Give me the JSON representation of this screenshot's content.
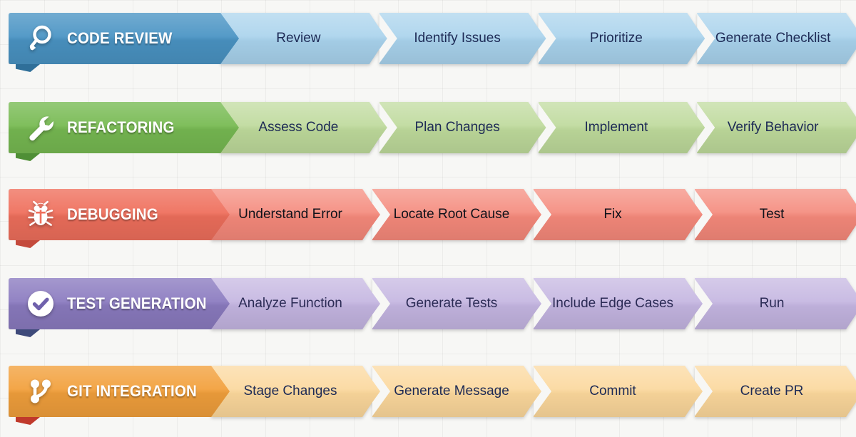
{
  "background": {
    "color": "#f7f7f5",
    "grid": true
  },
  "diagram": {
    "type": "chevron-process-rows",
    "rows": [
      {
        "id": "code-review",
        "title": "CODE REVIEW",
        "icon": "magnifier-icon",
        "tab_color": "#4a94c4",
        "step_color": "#a8d2ec",
        "fold_color": "#2f6f99",
        "text_color": "#1d2a55",
        "tab_width": 323,
        "steps": [
          "Review",
          "Identify Issues",
          "Prioritize",
          "Generate Checklist"
        ]
      },
      {
        "id": "refactoring",
        "title": "REFACTORING",
        "icon": "wrench-icon",
        "tab_color": "#77ba52",
        "step_color": "#bdd99a",
        "fold_color": "#4f8f36",
        "text_color": "#1d2a55",
        "tab_width": 323,
        "steps": [
          "Assess Code",
          "Plan Changes",
          "Implement",
          "Verify Behavior"
        ]
      },
      {
        "id": "debugging",
        "title": "DEBUGGING",
        "icon": "bug-icon",
        "tab_color": "#ef6f5c",
        "step_color": "#f4887a",
        "fold_color": "#c44a3c",
        "text_color": "#10121a",
        "tab_width": 310,
        "steps": [
          "Understand Error",
          "Locate Root Cause",
          "Fix",
          "Test"
        ]
      },
      {
        "id": "test-generation",
        "title": "TEST GENERATION",
        "icon": "check-circle-icon",
        "tab_color": "#8b7bc0",
        "step_color": "#c3b4e0",
        "fold_color": "#3e4a7a",
        "text_color": "#2b2b55",
        "tab_width": 310,
        "steps": [
          "Analyze Function",
          "Generate Tests",
          "Include Edge Cases",
          "Run"
        ]
      },
      {
        "id": "git-integration",
        "title": "GIT INTEGRATION",
        "icon": "git-branch-icon",
        "tab_color": "#f2a03c",
        "step_color": "#fbd79b",
        "fold_color": "#c0392b",
        "text_color": "#1d2a55",
        "tab_width": 310,
        "steps": [
          "Stage Changes",
          "Generate Message",
          "Commit",
          "Create PR"
        ]
      }
    ]
  }
}
